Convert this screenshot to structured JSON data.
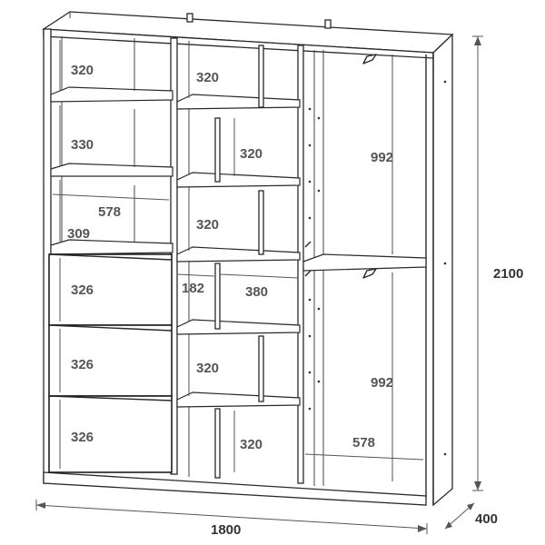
{
  "dimensions": {
    "left_col": {
      "shelf_1": "320",
      "shelf_2": "330",
      "width": "578",
      "shelf_3": "309",
      "drawer_1": "326",
      "drawer_2": "326",
      "drawer_3": "326"
    },
    "middle_col": {
      "shelf_1": "320",
      "shelf_2": "320",
      "shelf_3": "320",
      "narrow_width": "182",
      "wide_width": "380",
      "shelf_4": "320",
      "shelf_5": "320"
    },
    "right_col": {
      "hanging_upper": "992",
      "hanging_lower": "992",
      "width": "578"
    },
    "overall": {
      "height": "2100",
      "width": "1800",
      "depth": "400"
    }
  }
}
